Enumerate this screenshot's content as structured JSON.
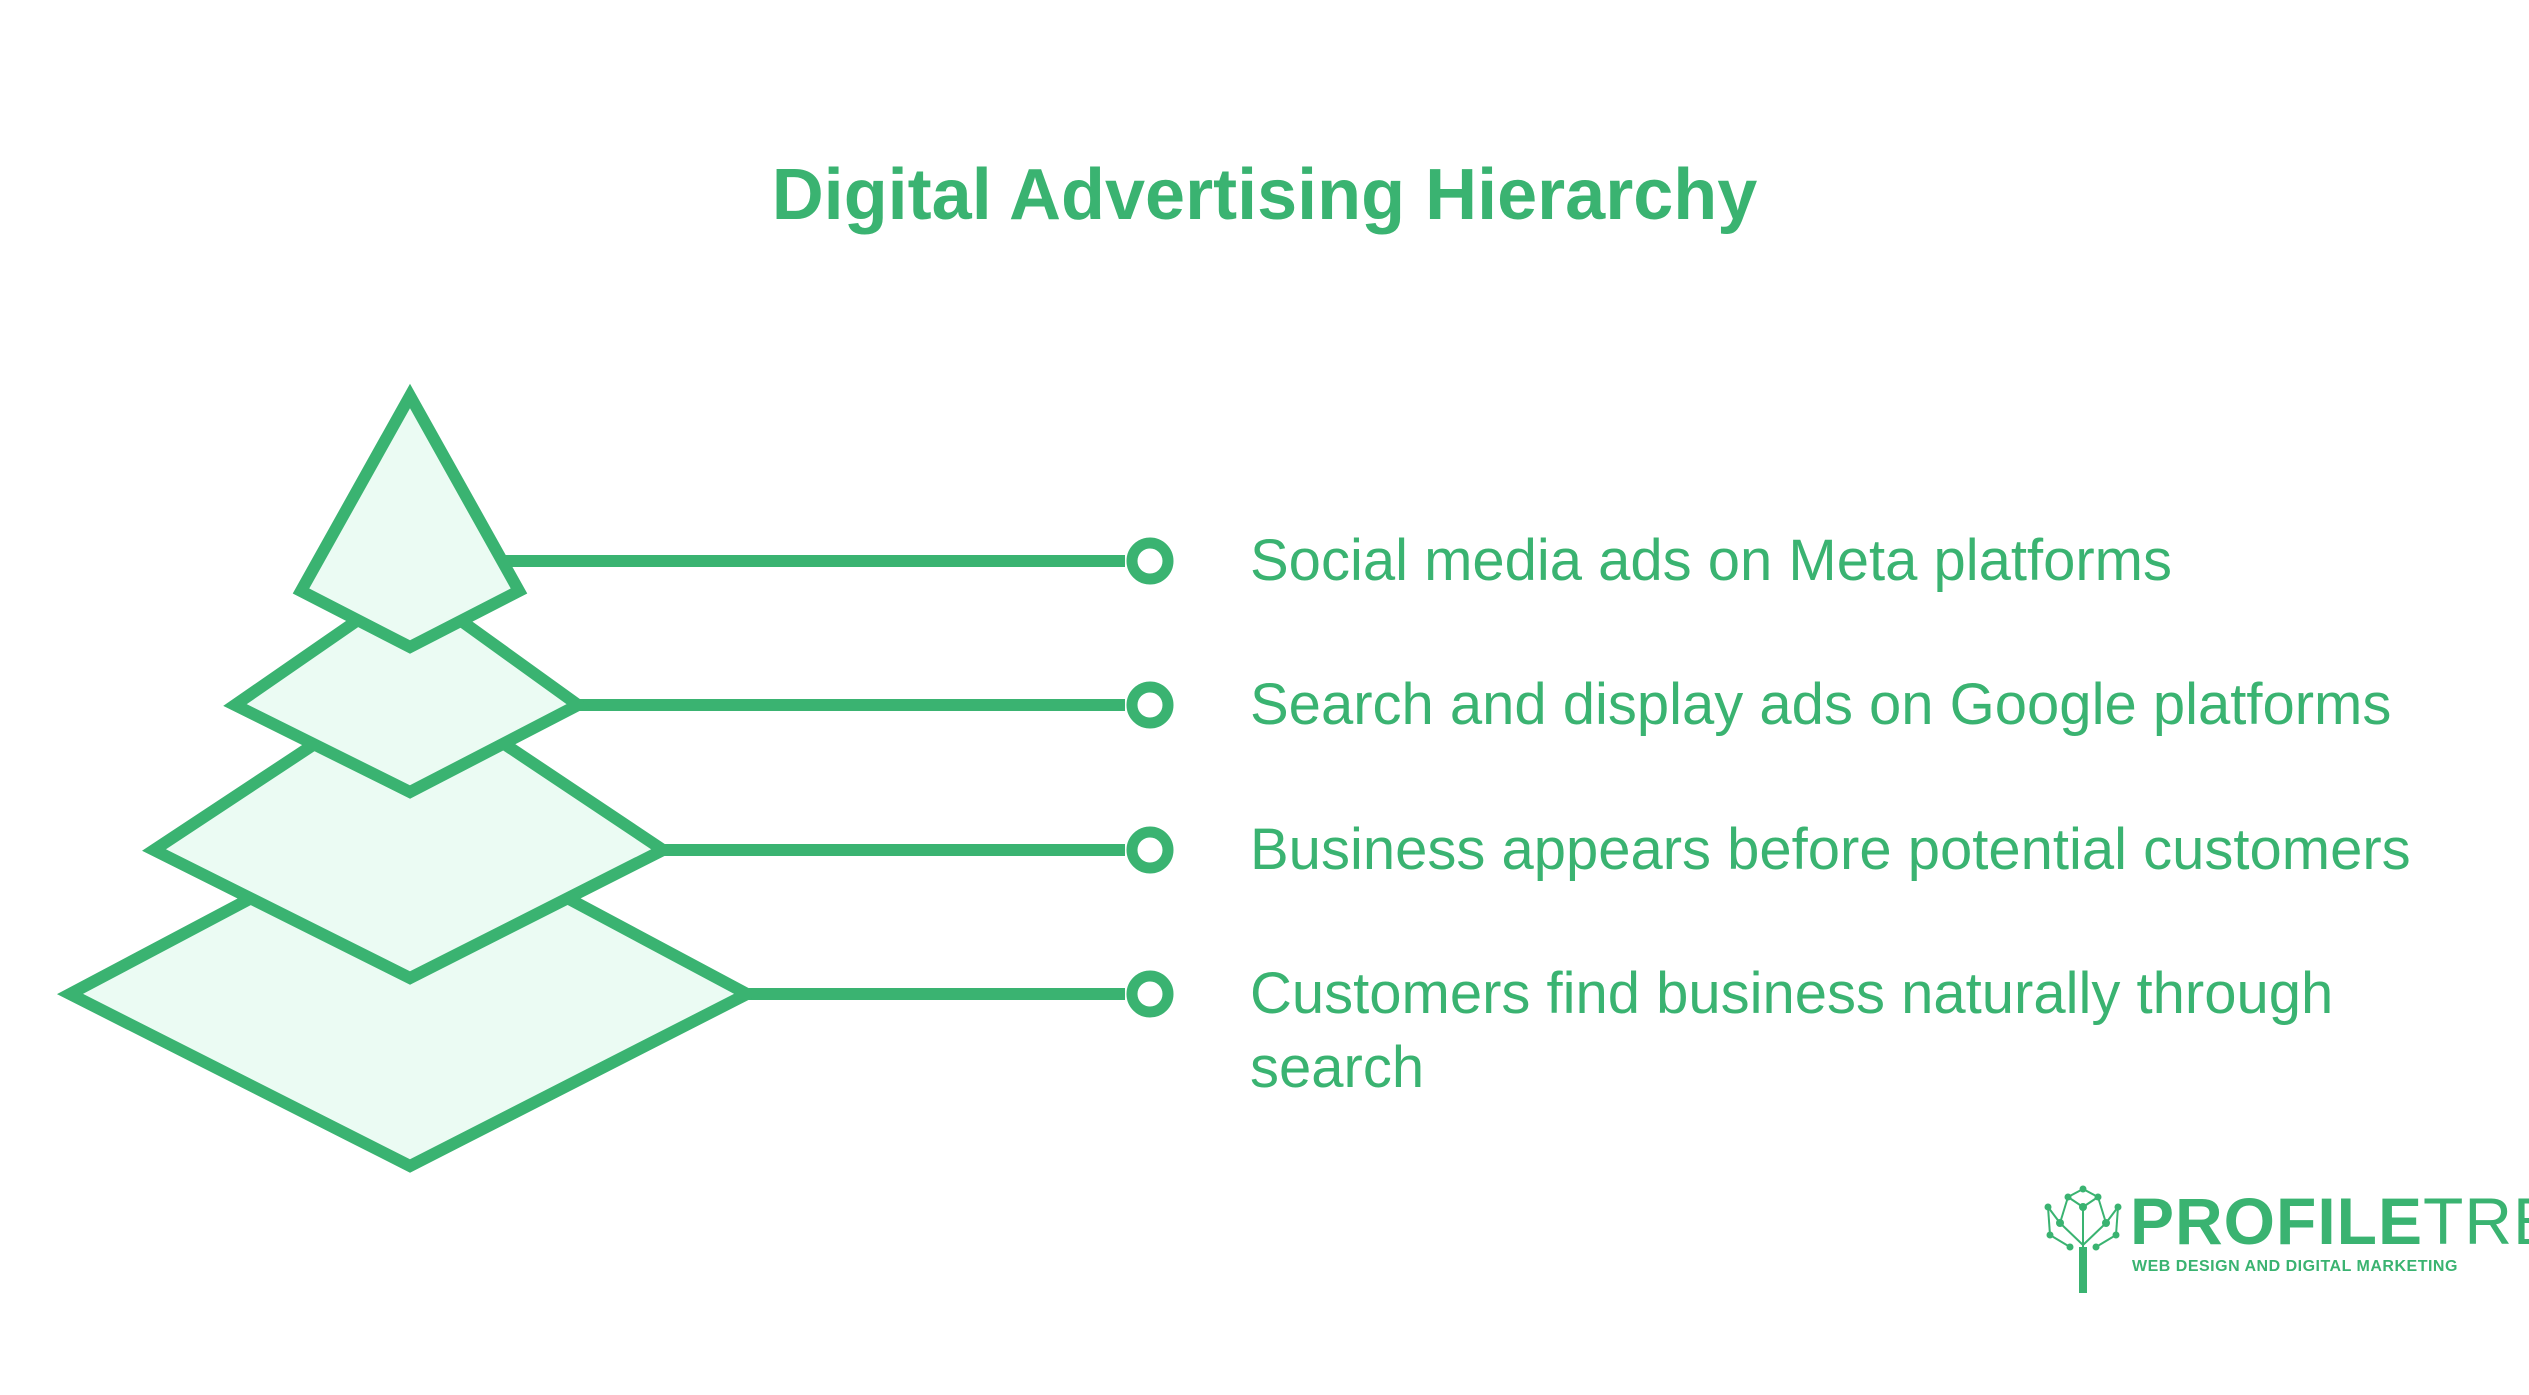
{
  "title": "Digital Advertising Hierarchy",
  "levels": [
    {
      "label": "Social media ads on Meta platforms"
    },
    {
      "label": "Search and display ads on Google platforms"
    },
    {
      "label": "Business appears before potential customers"
    },
    {
      "label": "Customers find business naturally through search"
    }
  ],
  "logo": {
    "brand_bold": "PROFILE",
    "brand_thin": "TREE",
    "tagline": "WEB DESIGN AND DIGITAL MARKETING"
  },
  "colors": {
    "accent": "#3ab371",
    "fill": "#ebfbf3",
    "background": "#ffffff"
  }
}
